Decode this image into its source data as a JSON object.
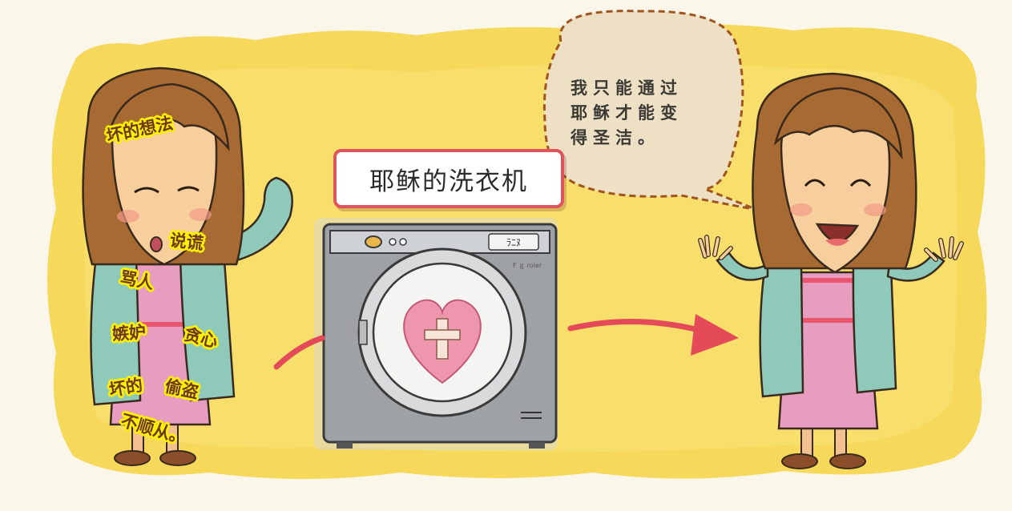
{
  "sign": {
    "label": "耶稣的洗衣机"
  },
  "speech": {
    "lines": [
      "我只能通过",
      "耶稣才能变",
      "得圣洁。"
    ]
  },
  "sins": {
    "bad_thoughts": "坏的想法",
    "lying": "说谎",
    "cursing": "骂人",
    "jealousy": "嫉妒",
    "greed": "贪心",
    "bad": "坏的",
    "stealing": "偷盗",
    "disobedience": "不顺从。"
  },
  "washer": {
    "control_label": "ﾗﾆﾇ",
    "brand": "F ｇ  roler"
  },
  "colors": {
    "background": "#f6d95a",
    "sign_border": "#e0525c",
    "arrow": "#e44a57",
    "sin_highlight": "#ffef00",
    "heart": "#ee96ad",
    "jacket": "#8ec9b9",
    "dress": "#e79dc0",
    "hair": "#a86a33"
  }
}
